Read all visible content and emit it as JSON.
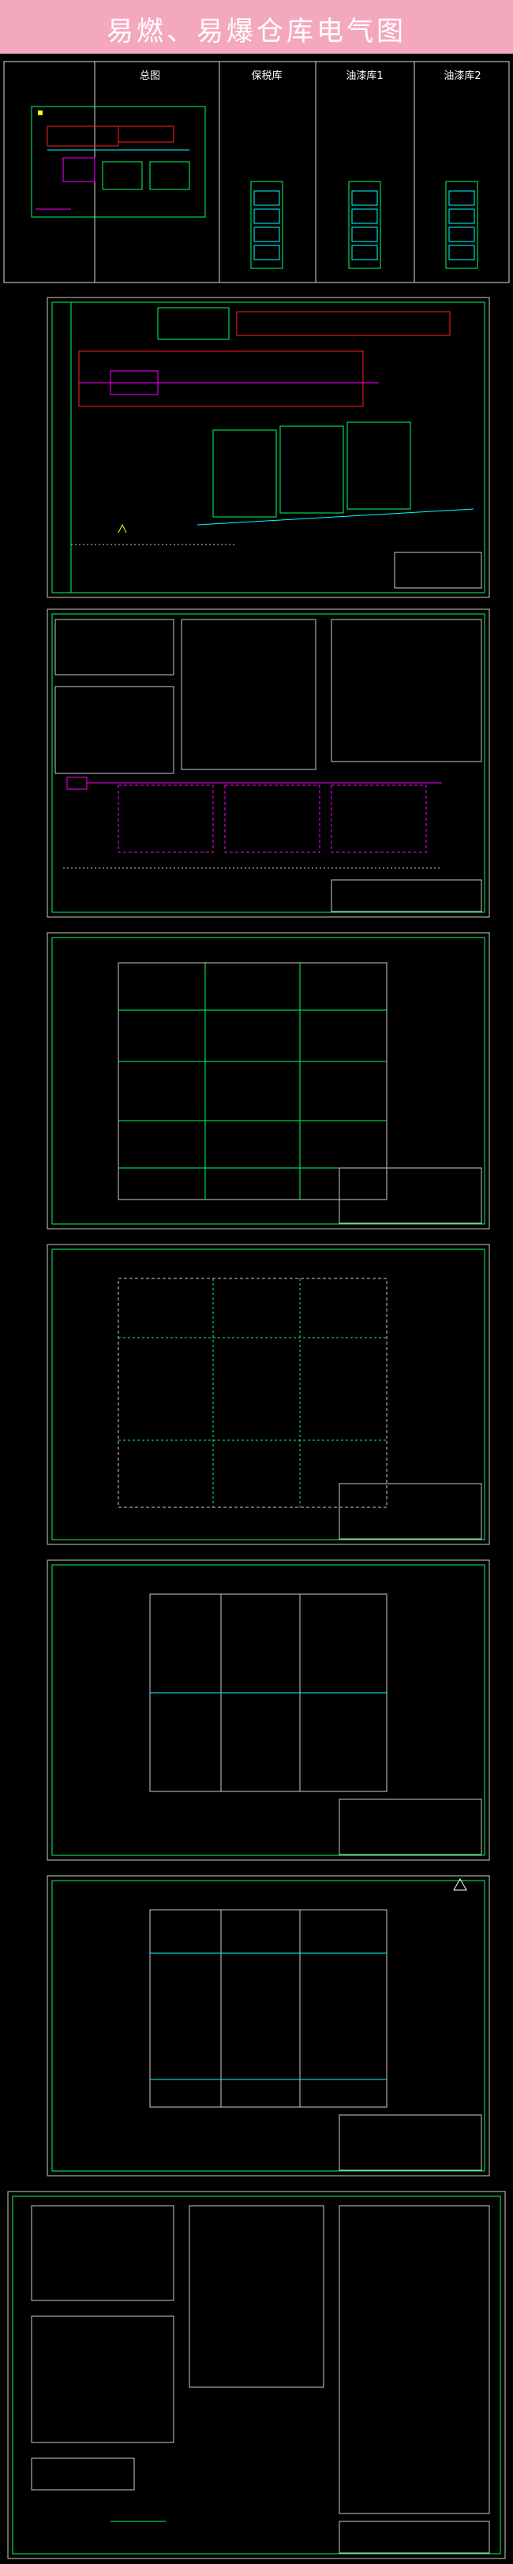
{
  "header": {
    "title": "易燃、易爆仓库电气图",
    "background": "#f4a8be"
  },
  "overview": {
    "tabs": [
      {
        "label": "总图"
      },
      {
        "label": "保税库"
      },
      {
        "label": "油漆库1"
      },
      {
        "label": "油漆库2"
      }
    ]
  },
  "colors": {
    "line": "#00ff66",
    "wire": "#ff00ff",
    "red": "#ff2020",
    "text": "#ffffff",
    "cyan": "#00ffff",
    "yellow": "#ffff00"
  },
  "icons": [
    "north-arrow-icon"
  ]
}
